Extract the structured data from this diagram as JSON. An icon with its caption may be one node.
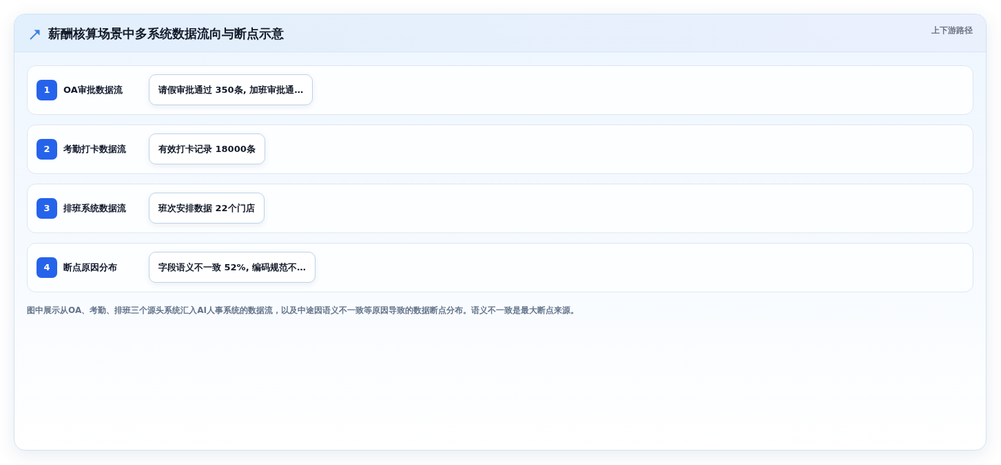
{
  "diagram": {
    "title": "薪酬核算场景中多系统数据流向与断点示意",
    "nodes": [
      {
        "text": [
          "OA审批数据流"
        ]
      },
      {
        "text": [
          "1"
        ],
        "in": 0
      },
      {
        "text": [
          "请假审批通过 350条, 加班审批通…"
        ],
        "in": 0
      },
      {
        "text": [
          "考勤打卡数据流"
        ]
      },
      {
        "text": [
          "2"
        ],
        "in": 3
      },
      {
        "text": [
          "有效打卡记录 18000条"
        ],
        "in": 3
      },
      {
        "text": [
          "排班系统数据流"
        ]
      },
      {
        "text": [
          "3"
        ],
        "in": 6
      },
      {
        "text": [
          "班次安排数据 22个门店"
        ],
        "in": 6
      },
      {
        "text": [
          "断点原因分布"
        ]
      },
      {
        "text": [
          "4"
        ],
        "in": 9
      },
      {
        "text": [
          "字段语义不一致 52%, 编码规范不…"
        ],
        "in": 9
      }
    ],
    "labels": [
      "上下游路径"
    ],
    "caption": "图中展示从OA、考勤、排班三个源头系统汇入AI人事系统的数据流，以及中途因语义不一致等原因导致的数据断点分布。语义不一致是最大断点来源。"
  }
}
